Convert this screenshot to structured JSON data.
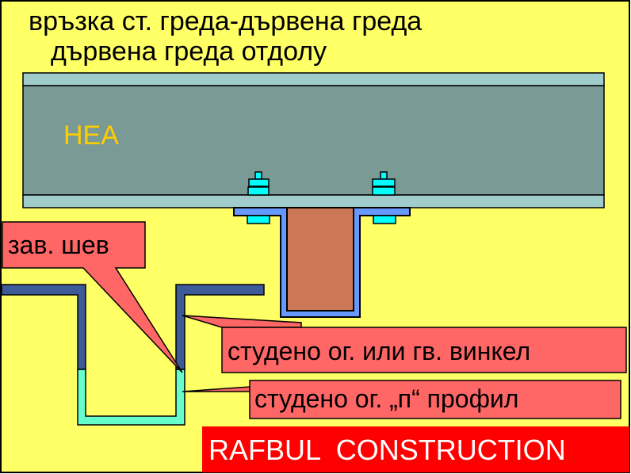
{
  "title": {
    "line1": "връзка ст. греда-дървена греда",
    "line2": "дървена греда отдолу"
  },
  "beam_label": "HEA",
  "callouts": {
    "weld": "зав. шев",
    "angle": "студено ог. или гв. винкел",
    "channel": "студено ог. „п“ профил"
  },
  "brand": "RAFBUL  CONSTRUCTION",
  "colors": {
    "background": "#FFFF66",
    "beam_flange": "#A0CCCC",
    "beam_web": "#7A9A96",
    "bolt": "#00FFFF",
    "channel": "#6699FF",
    "wood": "#CC7755",
    "profile_dark": "#3D5A99",
    "profile_light": "#66FFCC",
    "callout": "#FF6666",
    "brand_bg": "#FF0000",
    "hea_text": "#FFCC00"
  }
}
